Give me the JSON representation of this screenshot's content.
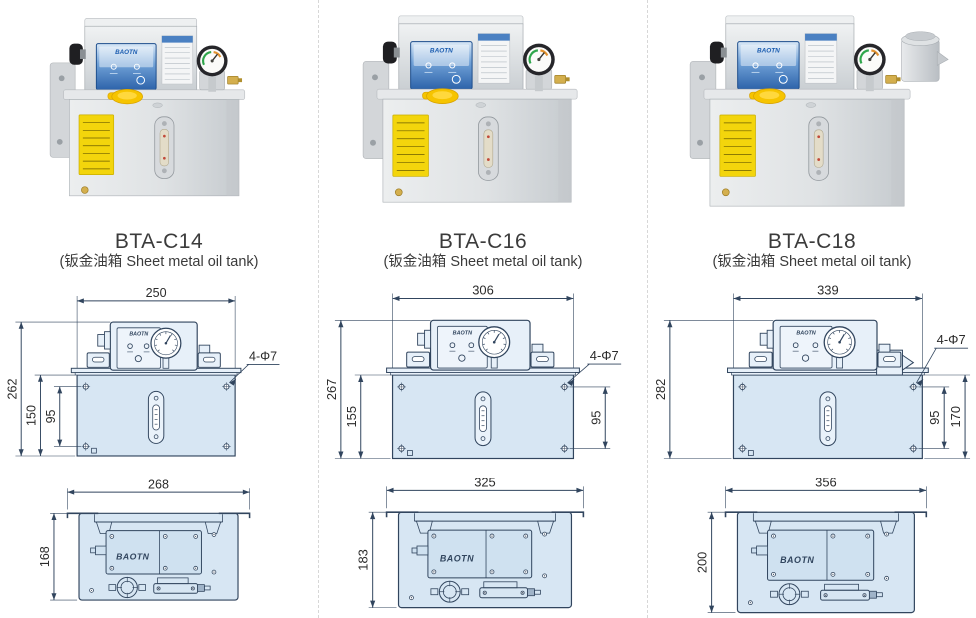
{
  "page": {
    "background": "#ffffff",
    "divider_color": "#d7d7d7"
  },
  "branding": {
    "logo": "BAOTN"
  },
  "drawing": {
    "line_color": "#31455e",
    "tank_fill": "#d7e6f3",
    "head_fill": "#e7f0f9",
    "plate_fill": "#cfe1f0",
    "dim_text_color": "#2b2b2b"
  },
  "photo_colors": {
    "body_gray": "#dadde0",
    "panel_blue": "#2d63aa",
    "accent_yellow": "#f6c400",
    "warning_yellow": "#f3d50c",
    "gauge_rim": "#26262a",
    "gauge_green": "#2fa64b",
    "gauge_orange": "#e2922f",
    "brass": "#d4af4e"
  },
  "products": [
    {
      "model": "BTA-C14",
      "subtitle": "(钣金油箱 Sheet metal oil tank)",
      "front_view": {
        "top_width": "250",
        "left_dims": [
          "262",
          "150",
          "95"
        ],
        "right_dims": [],
        "hole_callout": "4-Φ7"
      },
      "top_view": {
        "width": "268",
        "height": "168"
      },
      "photo": {
        "filler_cup": false
      }
    },
    {
      "model": "BTA-C16",
      "subtitle": "(钣金油箱 Sheet metal oil tank)",
      "front_view": {
        "top_width": "306",
        "left_dims": [
          "267",
          "155"
        ],
        "right_dims": [
          "95"
        ],
        "hole_callout": "4-Φ7"
      },
      "top_view": {
        "width": "325",
        "height": "183"
      },
      "photo": {
        "filler_cup": false
      }
    },
    {
      "model": "BTA-C18",
      "subtitle": "(钣金油箱 Sheet metal oil tank)",
      "front_view": {
        "top_width": "339",
        "left_dims": [
          "282"
        ],
        "right_dims": [
          "95",
          "170"
        ],
        "hole_callout": "4-Φ7"
      },
      "top_view": {
        "width": "356",
        "height": "200"
      },
      "photo": {
        "filler_cup": true
      }
    }
  ]
}
